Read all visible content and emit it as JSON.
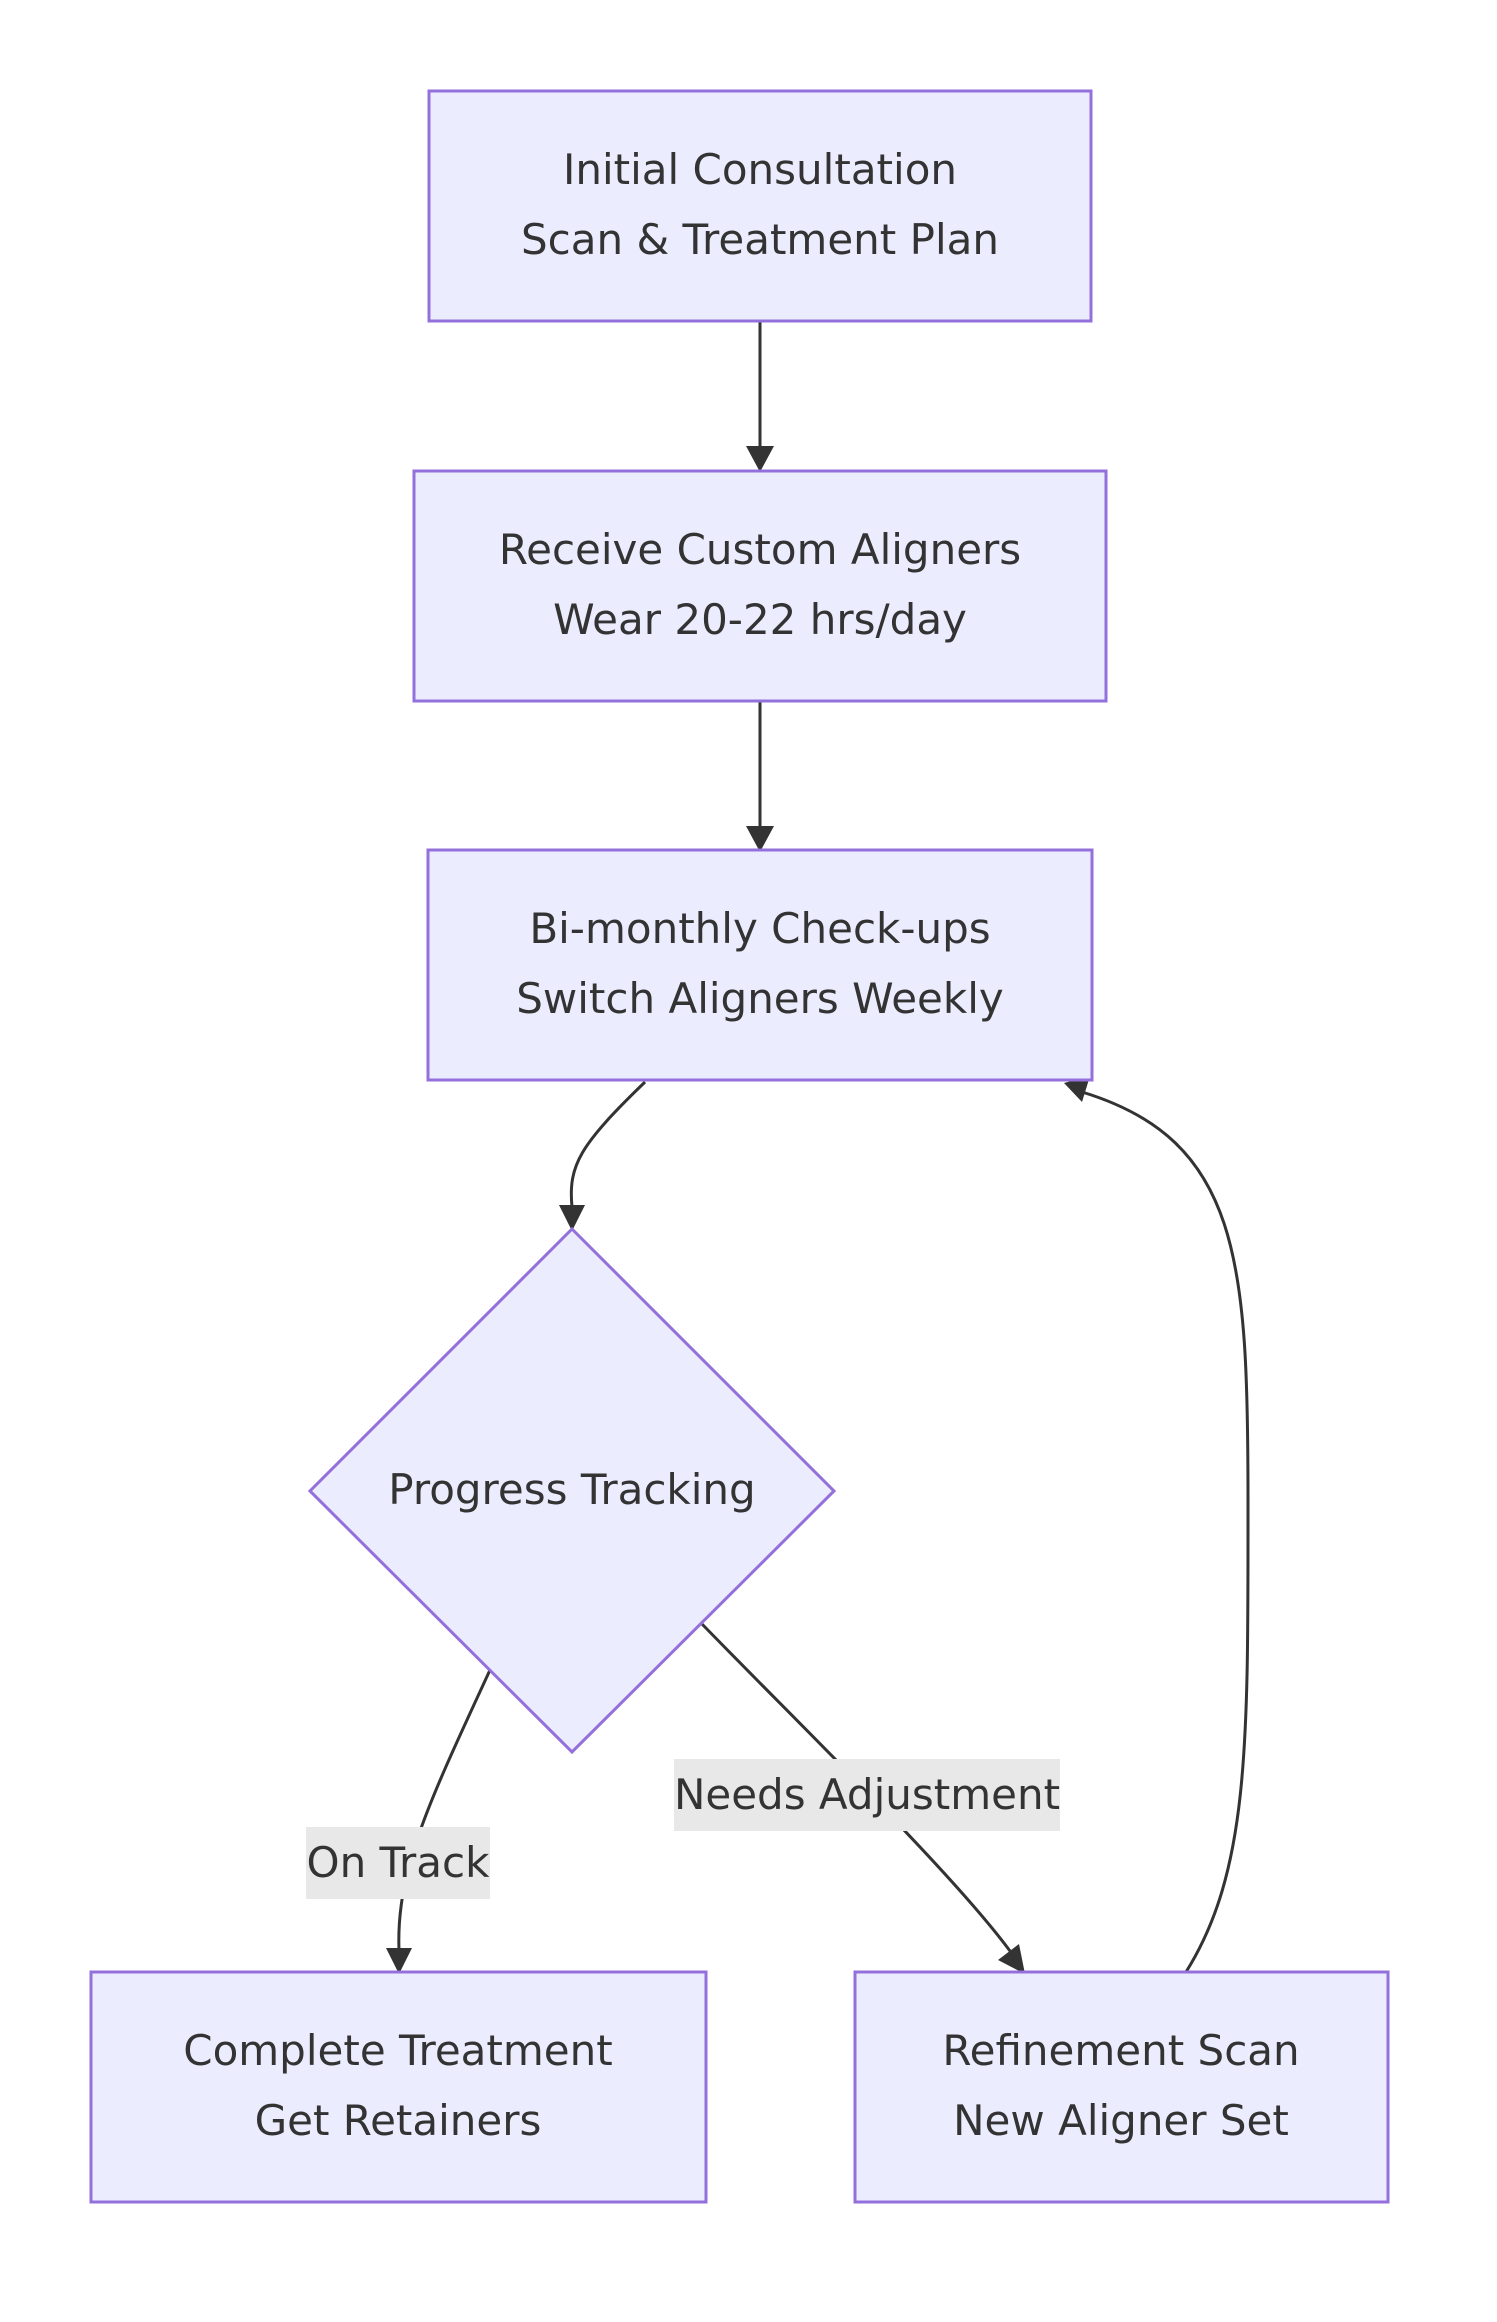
{
  "nodes": {
    "consultation": {
      "line1": "Initial Consultation",
      "line2": "Scan & Treatment Plan"
    },
    "aligners": {
      "line1": "Receive Custom Aligners",
      "line2": "Wear 20-22 hrs/day"
    },
    "checkups": {
      "line1": "Bi-monthly Check-ups",
      "line2": "Switch Aligners Weekly"
    },
    "progress": {
      "label": "Progress Tracking"
    },
    "complete": {
      "line1": "Complete Treatment",
      "line2": "Get Retainers"
    },
    "refinement": {
      "line1": "Refinement Scan",
      "line2": "New Aligner Set"
    }
  },
  "edges": {
    "on_track": "On Track",
    "needs_adjustment": "Needs Adjustment"
  },
  "colors": {
    "node_fill": "#ececff",
    "node_stroke": "#9370db",
    "edge": "#333333",
    "label_bg": "#e8e8e8",
    "text": "#333333"
  }
}
